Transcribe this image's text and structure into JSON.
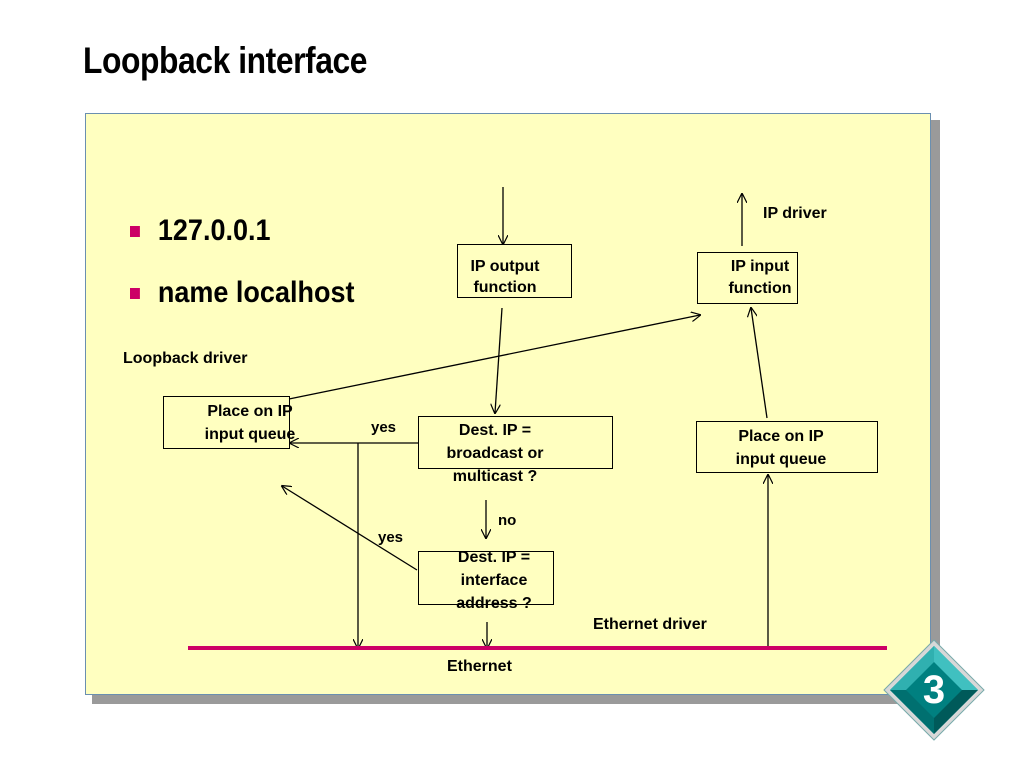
{
  "title": "Loopback interface",
  "bullets": [
    "127.0.0.1",
    "name localhost"
  ],
  "labels": {
    "loopback_driver": "Loopback driver",
    "ip_driver": "IP driver",
    "ethernet_driver": "Ethernet driver",
    "ethernet": "Ethernet",
    "yes_top": "yes",
    "yes_bottom": "yes",
    "no": "no"
  },
  "boxes": {
    "ip_output": [
      "IP output",
      "function"
    ],
    "ip_input": [
      "IP input",
      "function"
    ],
    "place_left": [
      "Place on IP",
      "input queue"
    ],
    "place_right": [
      "Place on IP",
      "input queue"
    ],
    "dest_broadcast": [
      "Dest. IP =",
      "broadcast or",
      "multicast ?"
    ],
    "dest_interface": [
      "Dest. IP =",
      "interface",
      "address ?"
    ]
  },
  "badge": "3",
  "colors": {
    "panel": "#ffffc0",
    "bullet": "#cc0066",
    "ethernet_line": "#cc0066",
    "badge": "#008080"
  }
}
